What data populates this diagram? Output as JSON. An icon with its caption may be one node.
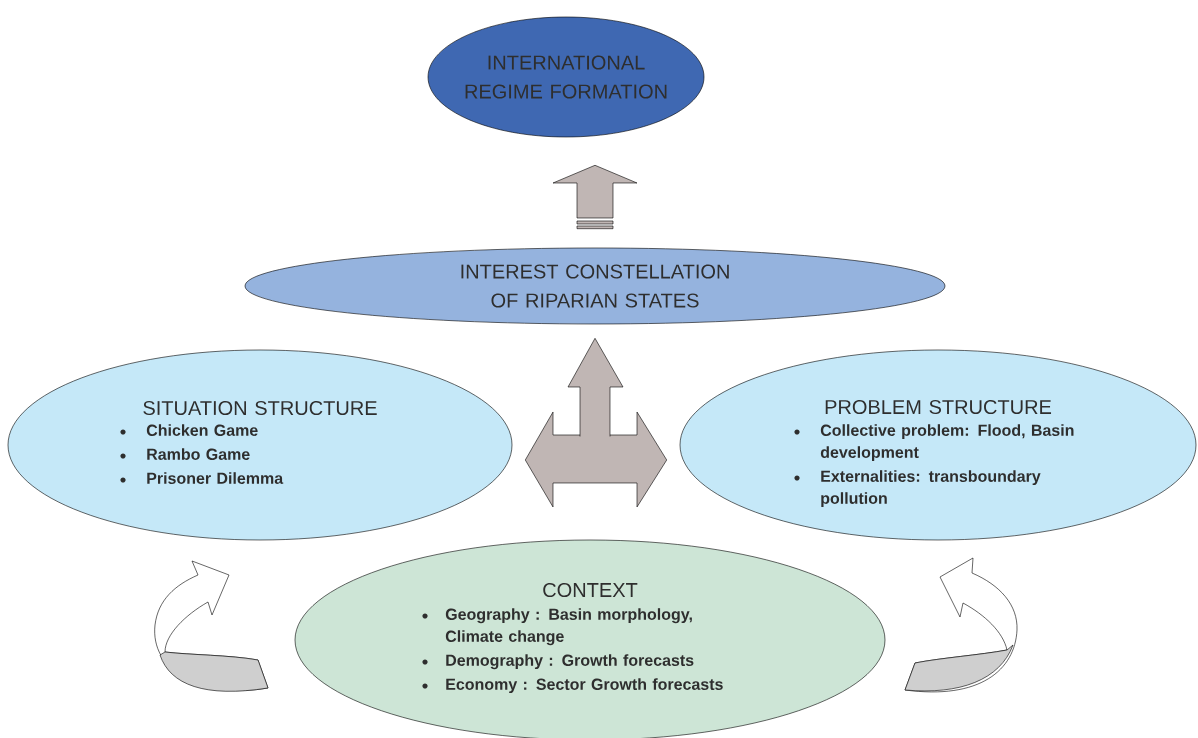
{
  "diagram": {
    "nodes": [
      {
        "text": [
          "INTERNATIONAL REGIME FORMATION"
        ]
      },
      {
        "text": [
          "INTEREST CONSTELLATION OF RIPARIAN STATES"
        ]
      },
      {
        "text": [
          "SITUATION STRUCTURE",
          "Chicken Game",
          "Rambo Game",
          "Prisoner Dilemma"
        ]
      },
      {
        "text": [
          "PROBLEM STRUCTURE",
          "Collective problem: Flood, Basin development",
          "Externalities: transboundary pollution"
        ]
      },
      {
        "text": [
          "CONTEXT",
          "Geography : Basin morphology, Climate change",
          "Demography : Growth forecasts",
          "Economy : Sector Growth forecasts"
        ]
      }
    ],
    "edges": [
      {
        "from": 1,
        "to": 0,
        "arrow": "to"
      },
      {
        "from": null,
        "to": 1,
        "arrow": "to"
      },
      {
        "from": 2,
        "to": 3,
        "arrow": "both"
      },
      {
        "from": 4,
        "to": 2,
        "arrow": "to"
      },
      {
        "from": 4,
        "to": 3,
        "arrow": "to"
      }
    ]
  }
}
